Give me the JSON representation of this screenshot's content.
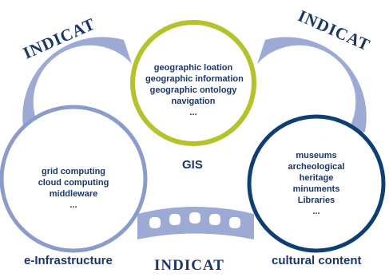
{
  "colors": {
    "gis_ring": "#b4c329",
    "culture_ring": "#0e3e72",
    "infra_ring": "#8b9ccc",
    "film_strip": "#9daad4",
    "text_dark": "#1b3768",
    "logo_green": "#aec43a"
  },
  "logos": [
    "INDICAT",
    "INDICAT",
    "INDICAT"
  ],
  "gis": {
    "items": [
      "geographic loation",
      "geographic information",
      "geographic ontology",
      "navigation",
      "..."
    ],
    "caption": "GIS"
  },
  "infrastructure": {
    "items": [
      "grid computing",
      "cloud computing",
      "middleware",
      "..."
    ],
    "caption": "e-Infrastructure"
  },
  "cultural": {
    "items": [
      "museums",
      "archeological",
      "heritage",
      "minuments",
      "Libraries",
      "..."
    ],
    "caption": "cultural content"
  }
}
